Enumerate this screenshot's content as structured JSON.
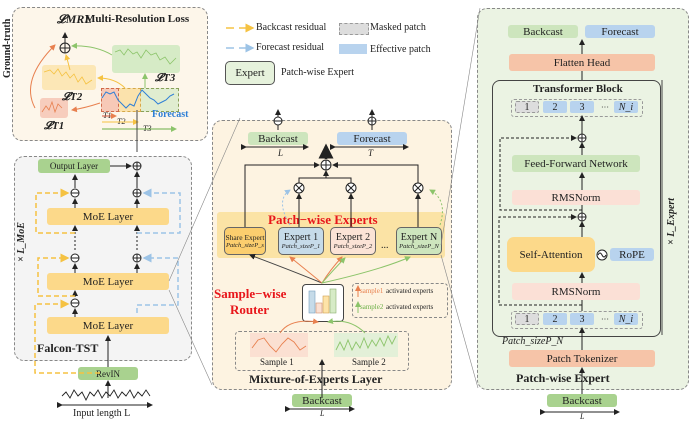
{
  "loss_panel": {
    "title_symbol": "𝓛MRL",
    "title": "Multi-Resolution Loss",
    "ground_truth": "Ground-truth",
    "loss_t1": "𝓛T1",
    "loss_t2": "𝓛T2",
    "loss_t3": "𝓛T3",
    "t1": "T1",
    "t2": "T2",
    "t3": "T3",
    "forecast": "Forecast"
  },
  "falcon": {
    "name": "Falcon-TST",
    "output_layer": "Output Layer",
    "moe_layer": "MoE Layer",
    "repeat": "× L_MoE",
    "revin": "RevIN",
    "input_length": "Input length L"
  },
  "legend": {
    "backcast_residual": "Backcast residual",
    "forecast_residual": "Forecast residual",
    "masked_patch": "Masked patch",
    "effective_patch": "Effective patch",
    "expert_box": "Expert",
    "expert_desc": "Patch-wise Expert"
  },
  "moe": {
    "title": "Mixture-of-Experts Layer",
    "backcast": "Backcast",
    "forecast": "Forecast",
    "L": "L",
    "T": "T",
    "patch_wise_experts": "Patch−wise Experts",
    "share_expert": "Share Expert",
    "share_patch": "Patch_sizeP_s",
    "experts": [
      {
        "name": "Expert 1",
        "patch": "Patch_sizeP_1"
      },
      {
        "name": "Expert 2",
        "patch": "Patch_sizeP_2"
      },
      {
        "name": "Expert N",
        "patch": "Patch_sizeP_N"
      }
    ],
    "ellipsis": "...",
    "router_title_1": "Sample−wise",
    "router_title_2": "Router",
    "sample1_legend": "sample1",
    "sample2_legend": "sample2",
    "activated": "activated experts",
    "sample1": "Sample 1",
    "sample2": "Sample 2",
    "input_backcast": "Backcast",
    "input_L": "L"
  },
  "expert_panel": {
    "title": "Patch-wise Expert",
    "backcast": "Backcast",
    "forecast": "Forecast",
    "flatten_head": "Flatten Head",
    "transformer_block": "Transformer Block",
    "tokens": [
      "1",
      "2",
      "3",
      "···",
      "N_i"
    ],
    "ffn": "Feed-Forward Network",
    "rmsnorm": "RMSNorm",
    "self_attention": "Self-Attention",
    "rope": "RoPE",
    "repeat": "× L_Expert",
    "patch_size": "Patch_sizeP_N",
    "patch_tokenizer": "Patch Tokenizer",
    "input_backcast": "Backcast",
    "input_L": "L"
  },
  "colors": {
    "backcast_green": "#a9d28f",
    "forecast_blue": "#b8d3ee",
    "moe_yellow": "#fcd98a",
    "salmon": "#f6c4a8",
    "title_red": "#e8161b",
    "forecast_text": "#2e7fd6"
  }
}
